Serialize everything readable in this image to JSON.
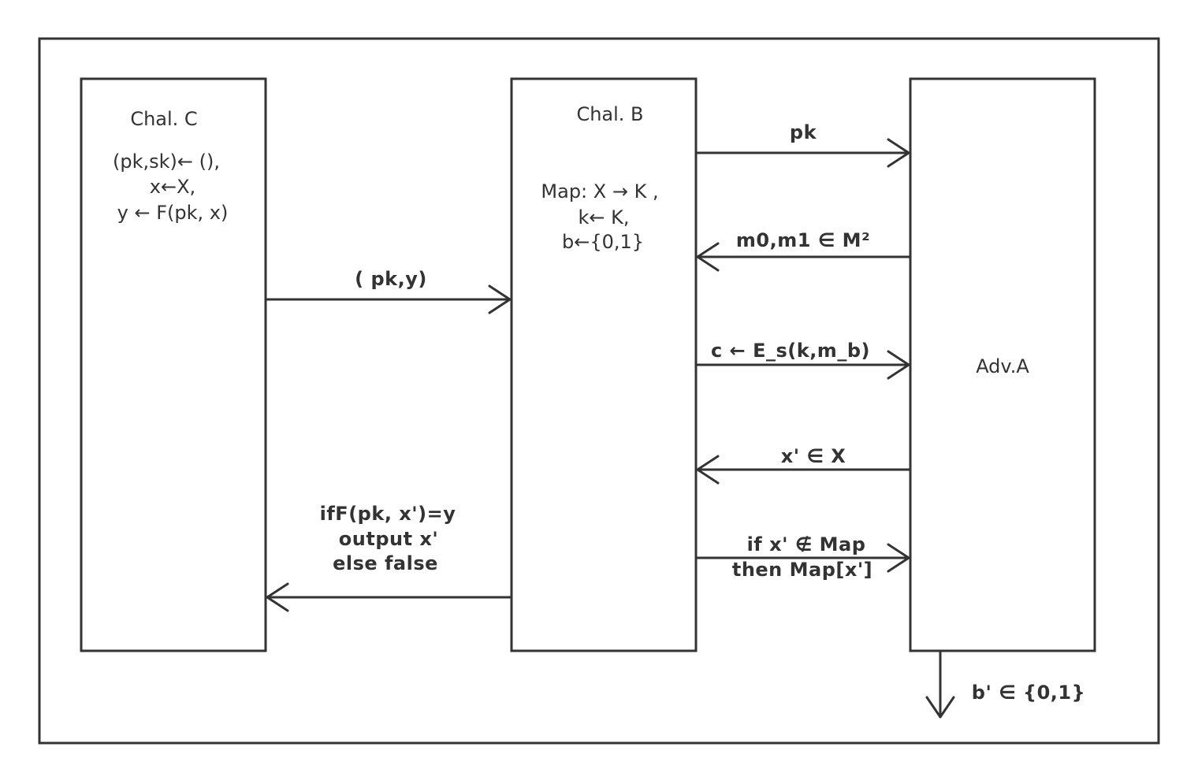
{
  "challenger_c": {
    "title": "Chal. C",
    "lines": [
      "(pk,sk)← (),",
      "x←X,",
      "y ← F(pk, x)"
    ]
  },
  "challenger_b": {
    "title": "Chal. B",
    "lines": [
      "Map: X → K   ,",
      "k← K,",
      "b←{0,1}"
    ]
  },
  "adversary": {
    "title": "Adv.A"
  },
  "messages": {
    "c_to_b": "( pk,y)",
    "b_to_a_pk": "pk",
    "a_to_b_m": "m0,m1 ∈ M²",
    "b_to_a_c": "c ← E_s(k,m_b)",
    "a_to_b_x": "x' ∈ X",
    "b_to_a_map": [
      "if x' ∉ Map",
      "then Map[x']"
    ],
    "b_to_c_result": [
      "ifF(pk, x')=y",
      "output x'",
      "else false"
    ],
    "a_output": "b' ∈ {0,1}"
  }
}
